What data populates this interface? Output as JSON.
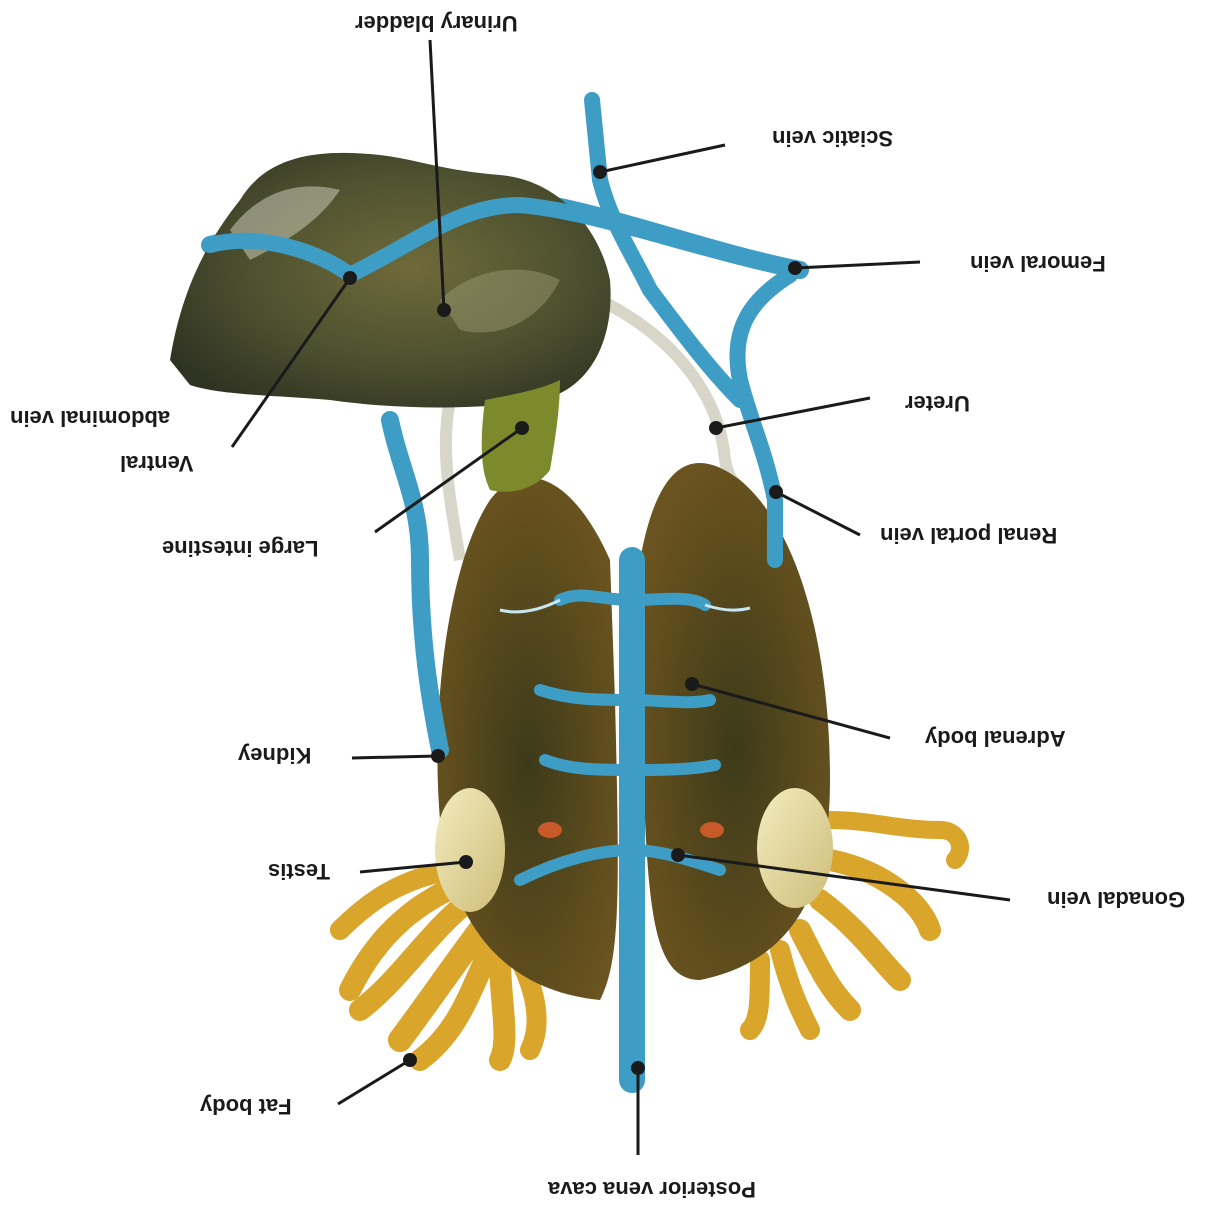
{
  "labels": {
    "urinary_bladder": "Urinary bladder",
    "sciatic_vein": "Sciatic vein",
    "femoral_vein": "Femoral vein",
    "ureter": "Ureter",
    "renal_portal_vein": "Renal portal vein",
    "ventral_abdominal_vein_1": "Ventral",
    "ventral_abdominal_vein_2": "abdominal vein",
    "large_intestine": "Large intestine",
    "adrenal_body": "Adrenal body",
    "kidney": "Kidney",
    "testis": "Testis",
    "gonadal_vein": "Gonadal vein",
    "fat_body": "Fat body",
    "posterior_vena_cava": "Posterior vena cava"
  },
  "colors": {
    "vein": "#3e9dc4",
    "vein_light": "#7cc6e2",
    "kidney": "#5a4a1c",
    "bladder": "#4f5230",
    "fat_body": "#d9a52a",
    "testis": "#e8dca0",
    "ureter": "#d8d6c8",
    "intestine": "#7d8a2c"
  }
}
